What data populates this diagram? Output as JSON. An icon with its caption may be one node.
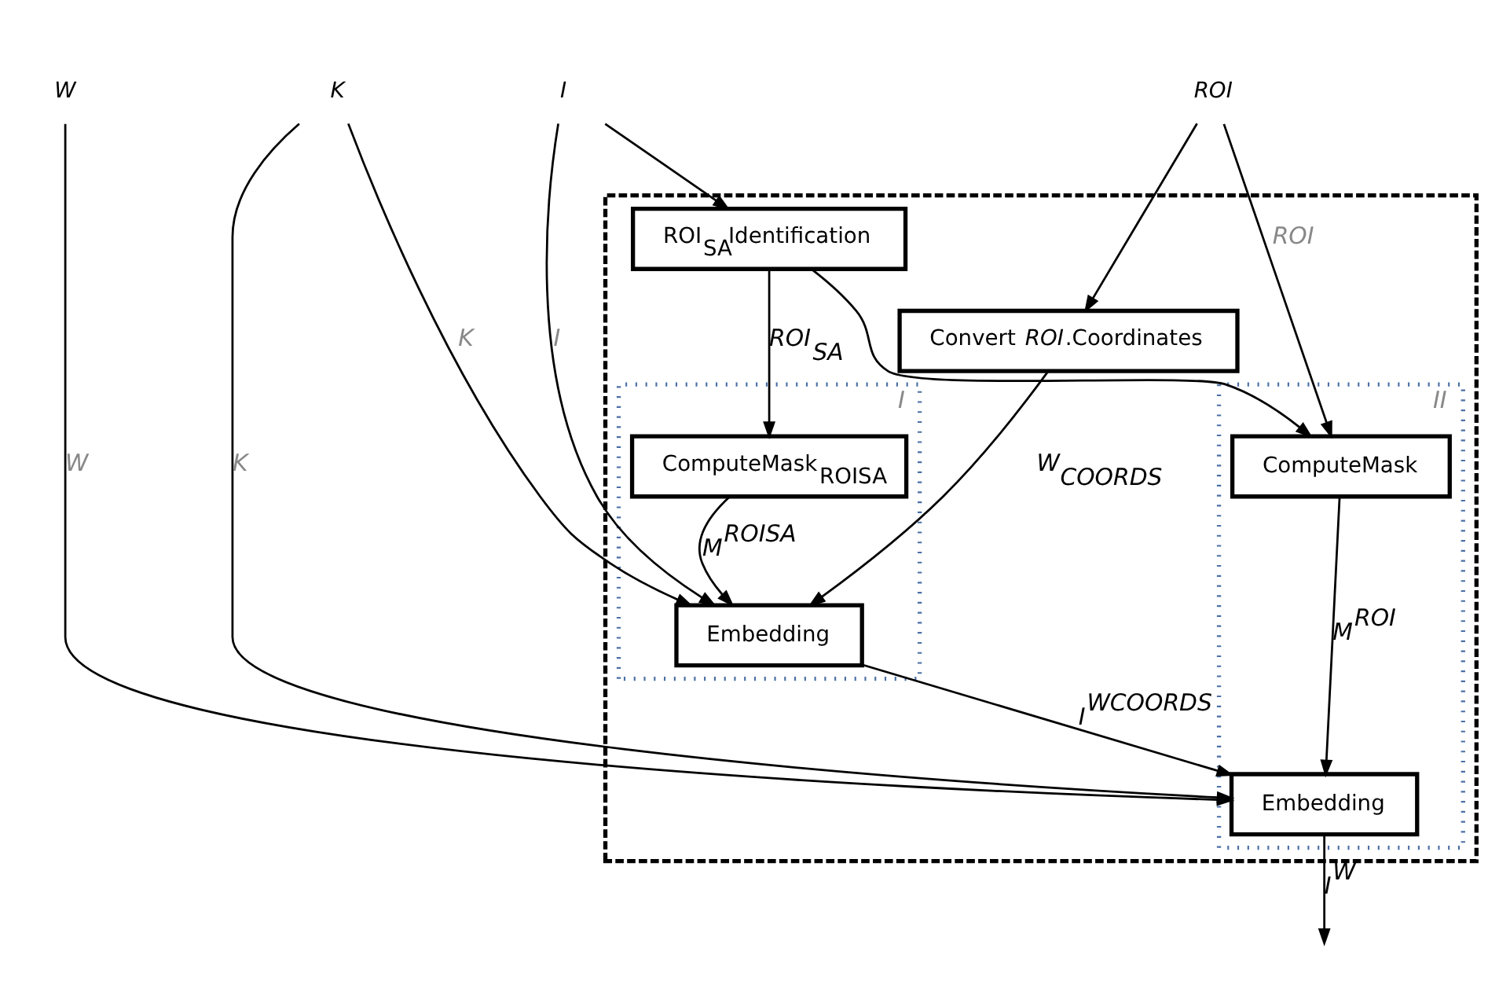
{
  "diagram": {
    "nodes": [
      {
        "text": [],
        "shape": "box"
      },
      {
        "text": [
          "I"
        ]
      },
      {
        "text": [
          "ROI"
        ]
      },
      {
        "text": [
          "K"
        ]
      },
      {
        "text": [
          "W"
        ]
      },
      {
        "text": [
          "ROI$_{SA}$Identification"
        ],
        "in": 0
      },
      {
        "text": [
          "Convert *ROI*.Coordinates"
        ],
        "in": 0
      },
      {
        "text": [
          "I"
        ],
        "in": 0
      },
      {
        "text": [
          "ComputeMask$_{ROISA}$"
        ],
        "in": 7
      },
      {
        "text": [
          "Embedding"
        ],
        "in": 7
      },
      {
        "text": [
          "II"
        ],
        "in": 0
      },
      {
        "text": [
          "ComputeMask"
        ],
        "in": 10
      },
      {
        "text": [
          "Embedding"
        ],
        "in": 10
      }
    ],
    "edges": [
      {
        "from": 1,
        "to": 5,
        "arrow": "to"
      },
      {
        "from": 1,
        "to": 9,
        "arrow": "to",
        "label": "I"
      },
      {
        "from": 2,
        "to": 6,
        "arrow": "to"
      },
      {
        "from": 2,
        "to": 11,
        "arrow": "to",
        "label": "ROI"
      },
      {
        "from": 3,
        "to": 9,
        "arrow": "to",
        "label": "K"
      },
      {
        "from": 3,
        "to": 12,
        "arrow": "to",
        "label": "K"
      },
      {
        "from": 4,
        "to": 12,
        "arrow": "to",
        "label": "W"
      },
      {
        "from": 5,
        "to": 8,
        "arrow": "to",
        "label": "ROI$_{SA}$"
      },
      {
        "from": 5,
        "to": 11,
        "arrow": "to"
      },
      {
        "from": 8,
        "to": 9,
        "arrow": "to",
        "label": "M$^{ROISA}$"
      },
      {
        "from": 6,
        "to": 9,
        "arrow": "to",
        "label": "W$_{COORDS}$"
      },
      {
        "from": 9,
        "to": 12,
        "arrow": "to",
        "label": "I$^{WCOORDS}$"
      },
      {
        "from": 11,
        "to": 12,
        "arrow": "to",
        "label": "M$^{ROI}$"
      },
      {
        "from": 12,
        "to": null,
        "arrow": "to",
        "label": "I$^{W}$"
      }
    ]
  }
}
